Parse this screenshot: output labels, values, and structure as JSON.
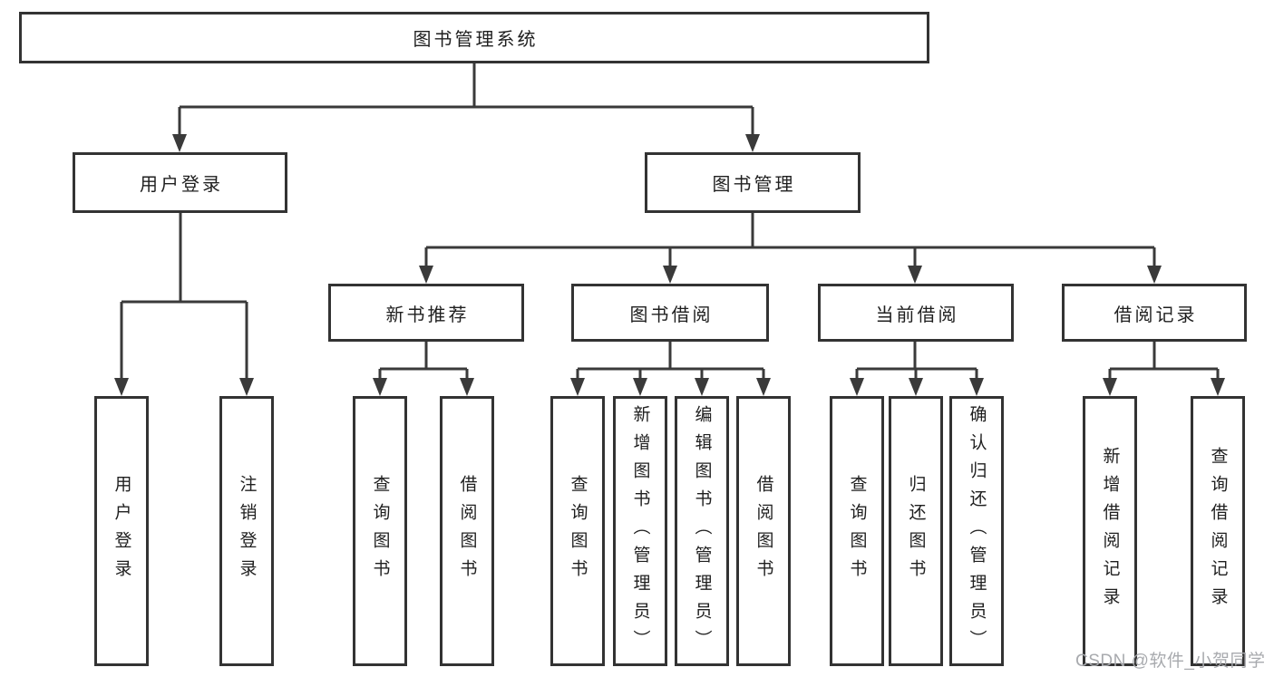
{
  "nodes": {
    "root": "图书管理系统",
    "level2": [
      "用户登录",
      "图书管理"
    ],
    "level3": [
      "新书推荐",
      "图书借阅",
      "当前借阅",
      "借阅记录"
    ],
    "leaves": [
      "用户登录",
      "注销登录",
      "查询图书",
      "借阅图书",
      "查询图书",
      "新增图书（管理员）",
      "编辑图书（管理员）",
      "借阅图书",
      "查询图书",
      "归还图书",
      "确认归还（管理员）",
      "新增借阅记录",
      "查询借阅记录"
    ]
  },
  "watermark": "CSDN @软件_小贺同学",
  "colors": {
    "line": "#3a3a3a",
    "box_border": "#333333",
    "text": "#1f1f1f",
    "watermark": "#a8aaae",
    "background": "#ffffff"
  }
}
